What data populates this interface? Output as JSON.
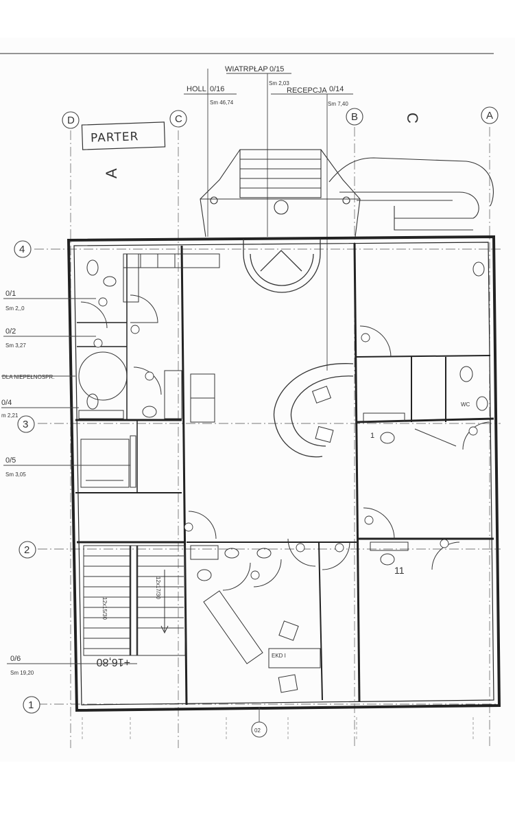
{
  "title": "PARTER",
  "axes": {
    "letters": [
      "D",
      "C",
      "B",
      "A"
    ],
    "numbers": [
      "4",
      "3",
      "2",
      "1"
    ]
  },
  "zone_letters": [
    "A",
    "C"
  ],
  "rooms": [
    {
      "code": "0/15",
      "name": "WIATRPŁAP",
      "area": "Sm 2,03"
    },
    {
      "code": "0/16",
      "name": "HOLL",
      "area": "Sm 46,74"
    },
    {
      "code": "0/14",
      "name": "RECEPCJA",
      "area": "Sm 7,40"
    },
    {
      "code": "0/1",
      "name": "",
      "area": "Sm 2,,0"
    },
    {
      "code": "0/2",
      "name": "",
      "area": "Sm 3,27"
    },
    {
      "code": "",
      "name": "DLA NIEPEŁNOSPR.",
      "area": ""
    },
    {
      "code": "0/4",
      "name": "",
      "area": "m 2,21"
    },
    {
      "code": "0/5",
      "name": "",
      "area": "Sm 3,05"
    },
    {
      "code": "0/6",
      "name": "",
      "area": "Sm 19,20"
    }
  ],
  "annotations": {
    "elevation": "+16,80",
    "wc": "WC",
    "stair_left": "12x15/30",
    "stair_right": "12x17/30",
    "room_11": "11",
    "ekd": "EKD I",
    "bottom_marker": "02",
    "one": "1"
  }
}
